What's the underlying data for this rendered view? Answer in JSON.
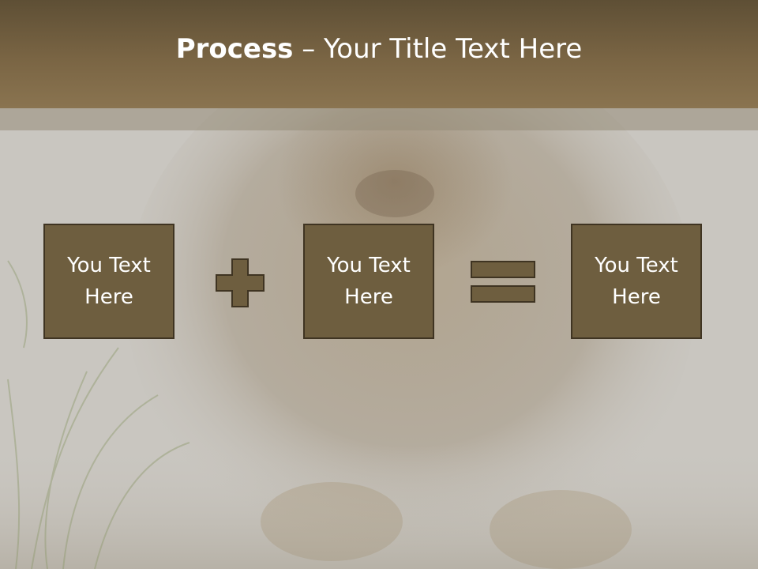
{
  "slide": {
    "title_bold": "Process",
    "title_rest": " – Your Title Text Here",
    "boxes": [
      {
        "text": "You Text\nHere"
      },
      {
        "text": "You Text\nHere"
      },
      {
        "text": "You Text\nHere"
      }
    ],
    "operators": [
      "plus-icon",
      "equals-icon"
    ]
  },
  "colors": {
    "title_bar": "#7a6544",
    "box_fill": "#6e5e3f",
    "box_border": "#3f3422",
    "background": "#c8c5bf"
  }
}
